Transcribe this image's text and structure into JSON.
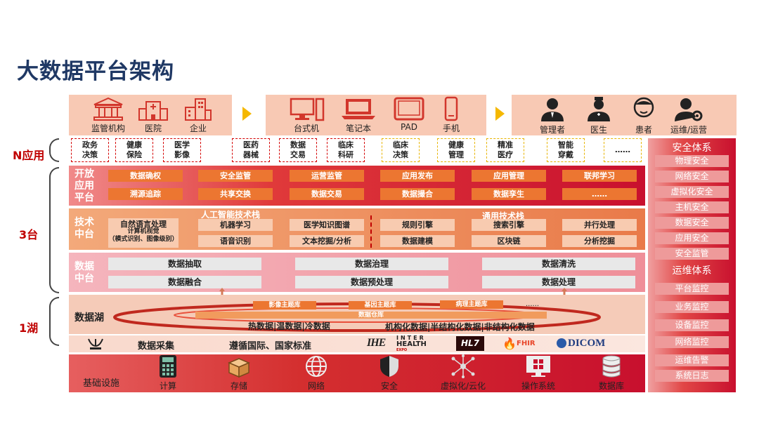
{
  "title": "大数据平台架构",
  "side_labels": {
    "n": "N应用",
    "three": "3台",
    "lake": "1湖"
  },
  "users": {
    "group1": [
      {
        "label": "监管机构",
        "icon": "government-building-icon"
      },
      {
        "label": "医院",
        "icon": "hospital-icon"
      },
      {
        "label": "企业",
        "icon": "enterprise-building-icon"
      }
    ],
    "group2": [
      {
        "label": "台式机",
        "icon": "desktop-computer-icon"
      },
      {
        "label": "笔记本",
        "icon": "laptop-icon"
      },
      {
        "label": "PAD",
        "icon": "tablet-icon"
      },
      {
        "label": "手机",
        "icon": "mobile-phone-icon"
      }
    ],
    "group3": [
      {
        "label": "管理者",
        "icon": "manager-person-icon"
      },
      {
        "label": "医生",
        "icon": "doctor-person-icon"
      },
      {
        "label": "患者",
        "icon": "patient-person-icon"
      },
      {
        "label": "运维/运营",
        "icon": "ops-person-gear-icon"
      }
    ]
  },
  "apps": [
    {
      "l1": "政务",
      "l2": "决策",
      "style": "red"
    },
    {
      "l1": "健康",
      "l2": "保险",
      "style": "red"
    },
    {
      "l1": "医学",
      "l2": "影像",
      "style": "red"
    },
    {
      "l1": "医药",
      "l2": "器械",
      "style": "red"
    },
    {
      "l1": "数据",
      "l2": "交易",
      "style": "red"
    },
    {
      "l1": "临床",
      "l2": "科研",
      "style": "red"
    },
    {
      "l1": "临床",
      "l2": "决策",
      "style": "yellow"
    },
    {
      "l1": "健康",
      "l2": "管理",
      "style": "yellow"
    },
    {
      "l1": "精准",
      "l2": "医疗",
      "style": "yellow"
    },
    {
      "l1": "智能",
      "l2": "穿戴",
      "style": "yellow"
    },
    {
      "l1": "……",
      "l2": "",
      "style": "yellow"
    }
  ],
  "open_platform": {
    "label": [
      "开放",
      "应用",
      "平台"
    ],
    "row1": [
      "数据确权",
      "安全监管",
      "运营监管",
      "应用发布",
      "应用管理",
      "联邦学习"
    ],
    "row2": [
      "溯源追踪",
      "共享交换",
      "数据交易",
      "数据撮合",
      "数据孪生",
      "……"
    ]
  },
  "tech_platform": {
    "label": [
      "技术",
      "中台"
    ],
    "ai_stack": "人工智能技术栈",
    "general_stack": "通用技术栈",
    "nlp": "自然语言处理",
    "cv": "计算机视觉",
    "cv_note": "（模式识别、图像级别）",
    "ai_items": [
      "机器学习",
      "医学知识图谱",
      "语音识别",
      "文本挖掘/分析"
    ],
    "general_items": [
      "规则引擎",
      "搜索引擎",
      "并行处理",
      "数据建模",
      "区块链",
      "分析挖掘"
    ]
  },
  "data_platform": {
    "label": [
      "数据",
      "中台"
    ],
    "items": [
      "数据抽取",
      "数据治理",
      "数据清洗",
      "数据融合",
      "数据预处理",
      "数据处理"
    ]
  },
  "data_lake": {
    "label": "数据湖",
    "topics": [
      "影像主题库",
      "基因主题库",
      "病理主题库",
      "......"
    ],
    "warehouse": "数据仓库",
    "line1": "热数据|温数据|冷数据",
    "line2": "机构化数据|半结构化数据|非结构化数据"
  },
  "collect": {
    "label": "数据采集",
    "standards": "遵循国际、国家标准",
    "logos": {
      "ihe": "IHE",
      "interhealth1": "INTER",
      "interhealth2": "HEALTH",
      "interhealth3": "EXPO",
      "hl7": "HL7",
      "fhir": "FHIR",
      "dicom": "DICOM"
    }
  },
  "infra": {
    "label": "基础设施",
    "items": [
      {
        "label": "计算",
        "icon": "calculator-icon"
      },
      {
        "label": "存储",
        "icon": "storage-box-icon"
      },
      {
        "label": "网络",
        "icon": "globe-network-icon"
      },
      {
        "label": "安全",
        "icon": "shield-icon"
      },
      {
        "label": "虚拟化/云化",
        "icon": "virtualization-cloud-icon"
      },
      {
        "label": "操作系统",
        "icon": "windows-os-icon"
      },
      {
        "label": "数据库",
        "icon": "database-icon"
      }
    ]
  },
  "security": {
    "title1": "安全体系",
    "items1": [
      "物理安全",
      "网络安全",
      "虚拟化安全",
      "主机安全",
      "数据安全",
      "应用安全",
      "安全监管"
    ],
    "title2": "运维体系",
    "items2": [
      "平台监控",
      "业务监控",
      "设备监控",
      "网络监控",
      "运维告警",
      "系统日志"
    ]
  },
  "colors": {
    "title": "#1f3864",
    "accent": "#c00000",
    "orange": "#ec7631",
    "strip": "#f8c9b4",
    "arrow": "#f5b800"
  }
}
